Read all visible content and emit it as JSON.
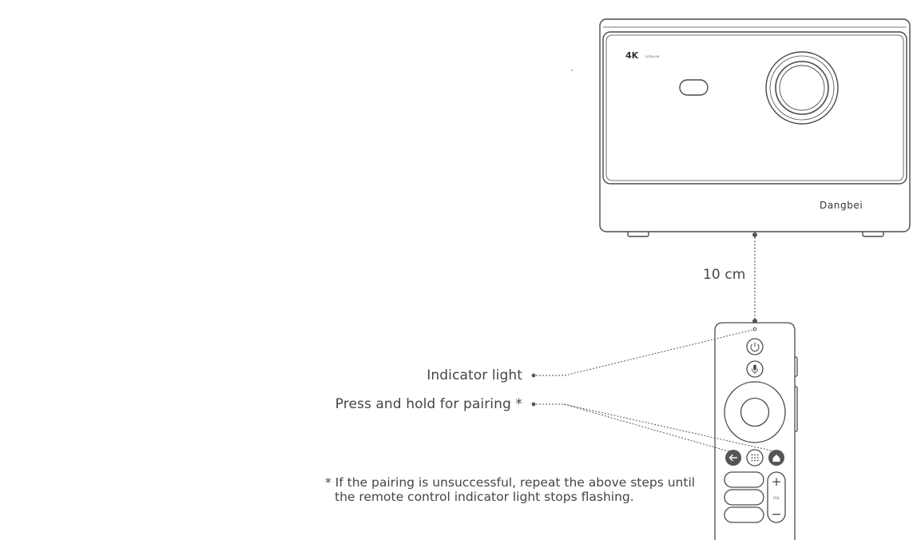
{
  "projector": {
    "brand": "Dangbei",
    "badge_main": "4K",
    "badge_sub": "ULTRA HD"
  },
  "distance_label": "10 cm",
  "callouts": {
    "indicator_light": "Indicator light",
    "pairing": "Press and hold for pairing *"
  },
  "footnote": {
    "line1": "* If  the pairing is unsuccessful, repeat the above steps until",
    "line2": "the remote control indicator light stops flashing."
  },
  "remote": {
    "volume_plus": "+",
    "volume_label": "VOL",
    "volume_minus": "−"
  },
  "colors": {
    "line": "#555555",
    "button_dark": "#555555",
    "text": "#454545"
  }
}
